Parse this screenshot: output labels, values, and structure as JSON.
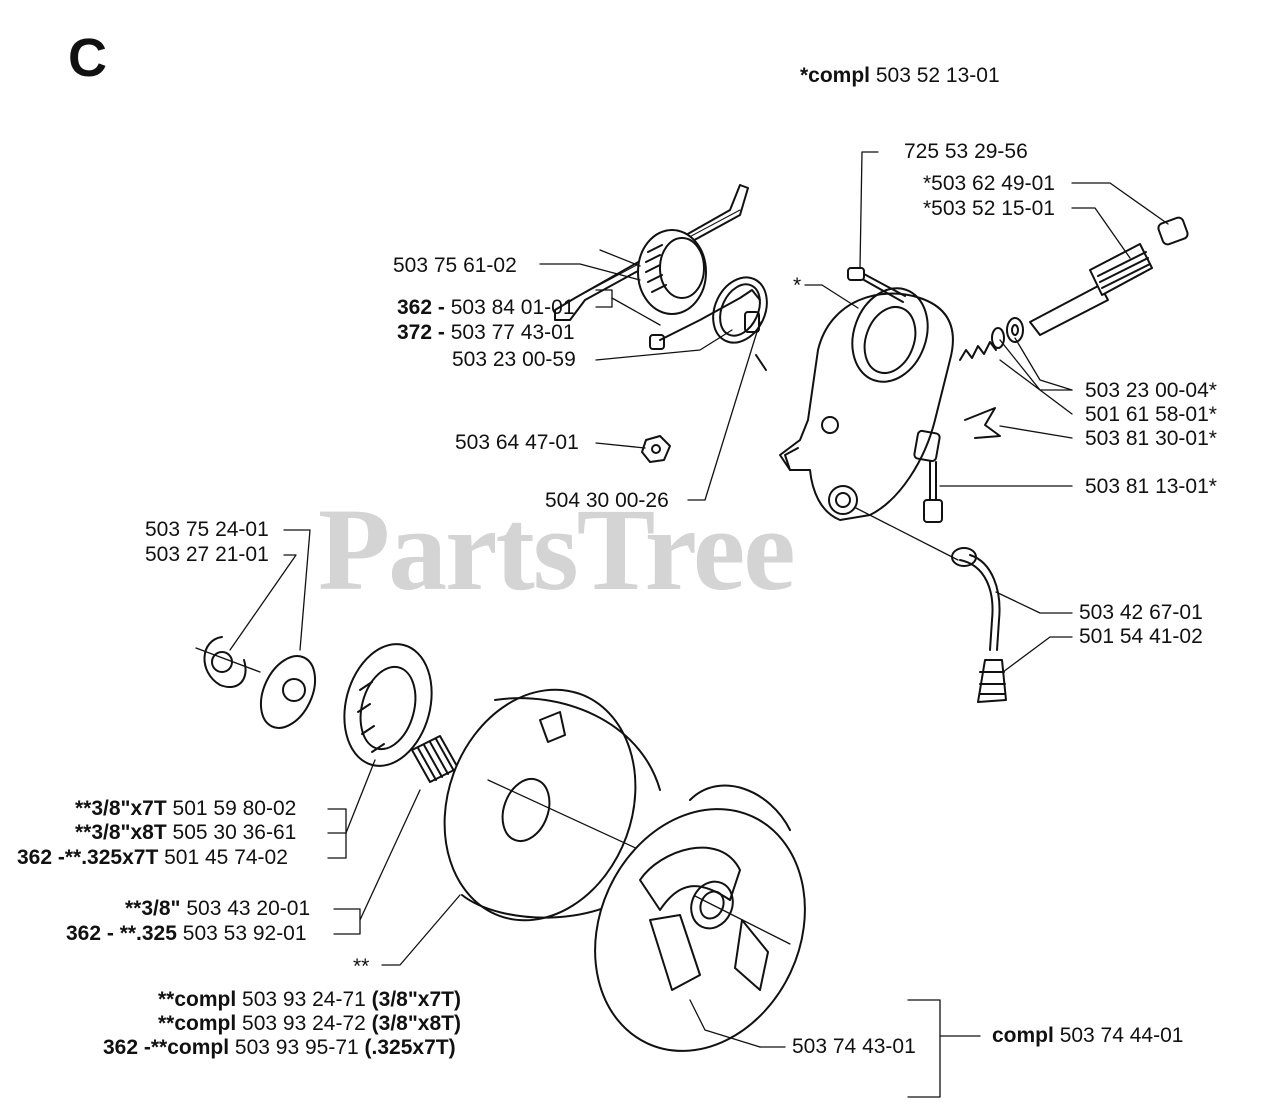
{
  "section_letter": "C",
  "watermark": "PartsTree",
  "labels": {
    "compl_top_prefix": "*compl",
    "compl_top_num": "503 52 13-01",
    "p725": "725 53 29-56",
    "p50362": "*503 62 49-01",
    "p50352": "*503 52 15-01",
    "p503756102": "503 75 61-02",
    "star": "*",
    "p50323_59": "503 23 00-59",
    "m362_a_prefix": "362 -",
    "m362_a_num": "503 84 01-01",
    "m372_prefix": "372 -",
    "m372_num": "503 77 43-01",
    "p50364": "503 64 47-01",
    "p50430": "504 30 00-26",
    "p50323_04": "503 23 00-04*",
    "p50161": "501 61 58-01*",
    "p50381_30": "503 81 30-01*",
    "p50381_13": "503 81 13-01*",
    "p50375_24": "503 75 24-01",
    "p50327": "503 27 21-01",
    "p50342": "503 42 67-01",
    "p50154": "501 54 41-02",
    "s1_prefix": "**3/8\"x7T",
    "s1_num": "501 59 80-02",
    "s2_prefix": "**3/8\"x8T",
    "s2_num": "505 30 36-61",
    "s3_prefix": "362 -**.325x7T",
    "s3_num": "501 45 74-02",
    "b1_prefix": "**3/8\"",
    "b1_num": "503 43 20-01",
    "b2_prefix": "362 - **.325",
    "b2_num": "503 53 92-01",
    "dstar": "**",
    "c1_prefix": "**compl",
    "c1_num": "503 93 24-71",
    "c1_suffix": "(3/8\"x7T)",
    "c2_prefix": "**compl",
    "c2_num": "503 93 24-72",
    "c2_suffix": "(3/8\"x8T)",
    "c3_prefix": "362 -**compl",
    "c3_num": "503 93 95-71",
    "c3_suffix": "(.325x7T)",
    "p50374_43": "503 74 43-01",
    "compl_bottom_prefix": "compl",
    "compl_bottom_num": "503 74 44-01"
  }
}
